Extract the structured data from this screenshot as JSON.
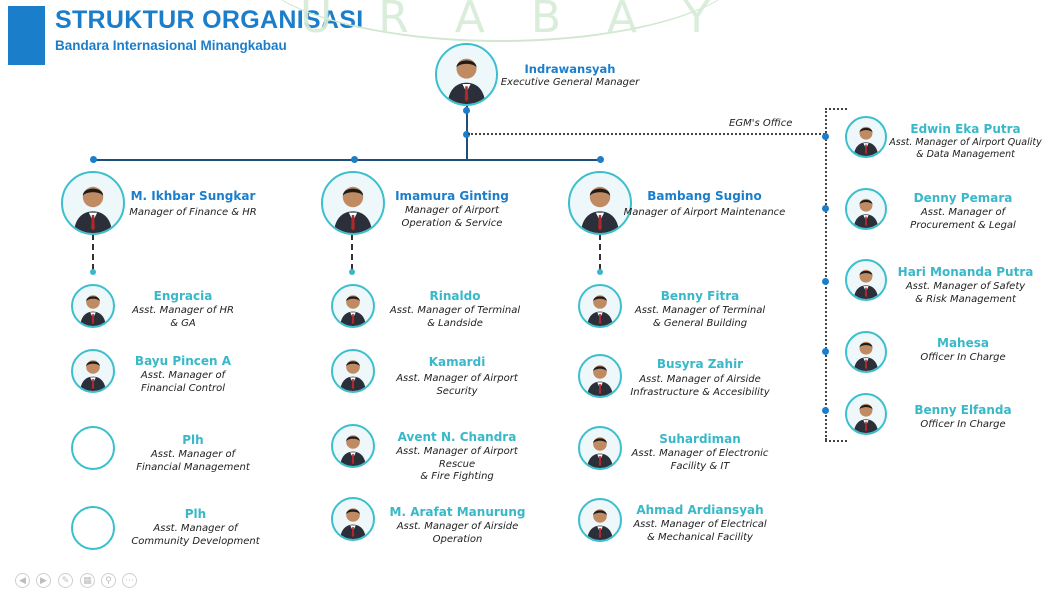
{
  "header": {
    "title": "STRUKTUR ORGANISASI",
    "subtitle": "Bandara Internasional Minangkabau",
    "watermark": "U R A B A Y"
  },
  "egm": {
    "name": "Indrawansyah",
    "role": "Executive General Manager"
  },
  "egm_office_label": "EGM's Office",
  "managers": [
    {
      "name": "M. Ikhbar Sungkar",
      "role": "Manager of Finance & HR"
    },
    {
      "name": "Imamura Ginting",
      "role": "Manager of Airport\nOperation & Service"
    },
    {
      "name": "Bambang Sugino",
      "role": "Manager of Airport Maintenance"
    }
  ],
  "col1": [
    {
      "name": "Engracia",
      "role": "Asst. Manager of HR\n& GA"
    },
    {
      "name": "Bayu Pincen A",
      "role": "Asst. Manager of\nFinancial Control"
    },
    {
      "name": "Plh",
      "role": "Asst. Manager of\nFinancial Management"
    },
    {
      "name": "Plh",
      "role": "Asst. Manager of\nCommunity Development"
    }
  ],
  "col2": [
    {
      "name": "Rinaldo",
      "role": "Asst. Manager of Terminal\n& Landside"
    },
    {
      "name": "Kamardi",
      "role": "Asst. Manager of Airport Security"
    },
    {
      "name": "Avent N. Chandra",
      "role": "Asst. Manager of Airport Rescue\n& Fire Fighting"
    },
    {
      "name": "M. Arafat Manurung",
      "role": "Asst. Manager of Airside\nOperation"
    }
  ],
  "col3": [
    {
      "name": "Benny Fitra",
      "role": "Asst. Manager of Terminal\n& General Building"
    },
    {
      "name": "Busyra Zahir",
      "role": "Asst. Manager of Airside\nInfrastructure & Accesibility"
    },
    {
      "name": "Suhardiman",
      "role": "Asst. Manager of Electronic\nFacility & IT"
    },
    {
      "name": "Ahmad Ardiansyah",
      "role": "Asst. Manager of Electrical\n& Mechanical Facility"
    }
  ],
  "office": [
    {
      "name": "Edwin Eka Putra",
      "role": "Asst. Manager of Airport Quality\n& Data Management"
    },
    {
      "name": "Denny Pemara",
      "role": "Asst. Manager of\nProcurement & Legal"
    },
    {
      "name": "Hari Monanda Putra",
      "role": "Asst. Manager of Safety\n& Risk Management"
    },
    {
      "name": "Mahesa",
      "role": "Officer In Charge"
    },
    {
      "name": "Benny Elfanda",
      "role": "Officer In Charge"
    }
  ],
  "controls": [
    "prev-icon",
    "next-icon",
    "pen-icon",
    "slides-icon",
    "zoom-icon",
    "more-icon"
  ],
  "colors": {
    "brand_blue": "#1b7ecb",
    "teal": "#38b8c8",
    "line": "#1f4e79"
  }
}
